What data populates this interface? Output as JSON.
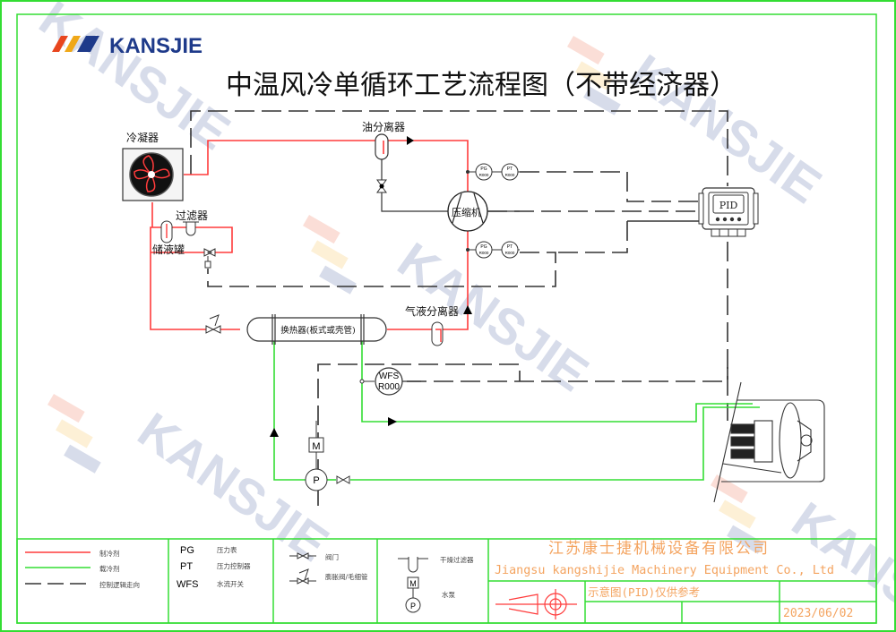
{
  "brand": {
    "name": "KANSJIE",
    "watermark": "KANSJIE",
    "stripe_colors": [
      "#e8461e",
      "#f0a818",
      "#1e3a8a"
    ],
    "brand_color": "#1e3a8a"
  },
  "title": "中温风冷单循环工艺流程图（不带经济器）",
  "components": {
    "condenser": "冷凝器",
    "oil_separator": "油分离器",
    "compressor": "压缩机",
    "filter": "过滤器",
    "receiver": "储液罐",
    "heat_exchanger": "换热器(板式或壳管)",
    "gas_liquid_separator": "气液分离器",
    "pid_controller": "PID",
    "pump_motor": "M",
    "pump": "P",
    "gauges": [
      {
        "tag": "PG",
        "value": "R000"
      },
      {
        "tag": "PT",
        "value": "R000"
      },
      {
        "tag": "PG",
        "value": "R000"
      },
      {
        "tag": "PT",
        "value": "R000"
      }
    ],
    "flow_switch": {
      "tag": "WFS",
      "value": "R000"
    }
  },
  "legend": {
    "lines": [
      {
        "label": "制冷剂",
        "color": "#ff3b3b"
      },
      {
        "label": "载冷剂",
        "color": "#33dd33"
      },
      {
        "label": "控制逻辑走向",
        "color": "#333333"
      }
    ],
    "abbreviations": [
      {
        "abbr": "PG",
        "desc": "压力表"
      },
      {
        "abbr": "PT",
        "desc": "压力控制器"
      },
      {
        "abbr": "WFS",
        "desc": "水流开关"
      }
    ],
    "valves": [
      {
        "label": "阀门"
      },
      {
        "label": "膨胀阀/毛细管"
      }
    ],
    "equipment": [
      {
        "label": "干燥过滤器"
      },
      {
        "label": "水泵",
        "motor": "M",
        "pump": "P"
      }
    ]
  },
  "title_block": {
    "company_cn": "江苏康士捷机械设备有限公司",
    "company_en": "Jiangsu kangshijie Machinery Equipment Co., Ltd",
    "note": "示意图(PID)仅供参考",
    "date": "2023/06/02",
    "text_color": "#f4a460"
  },
  "colors": {
    "refrigerant": "#ff3b3b",
    "coolant": "#33dd33",
    "control": "#333333",
    "border": "#33dd33"
  }
}
